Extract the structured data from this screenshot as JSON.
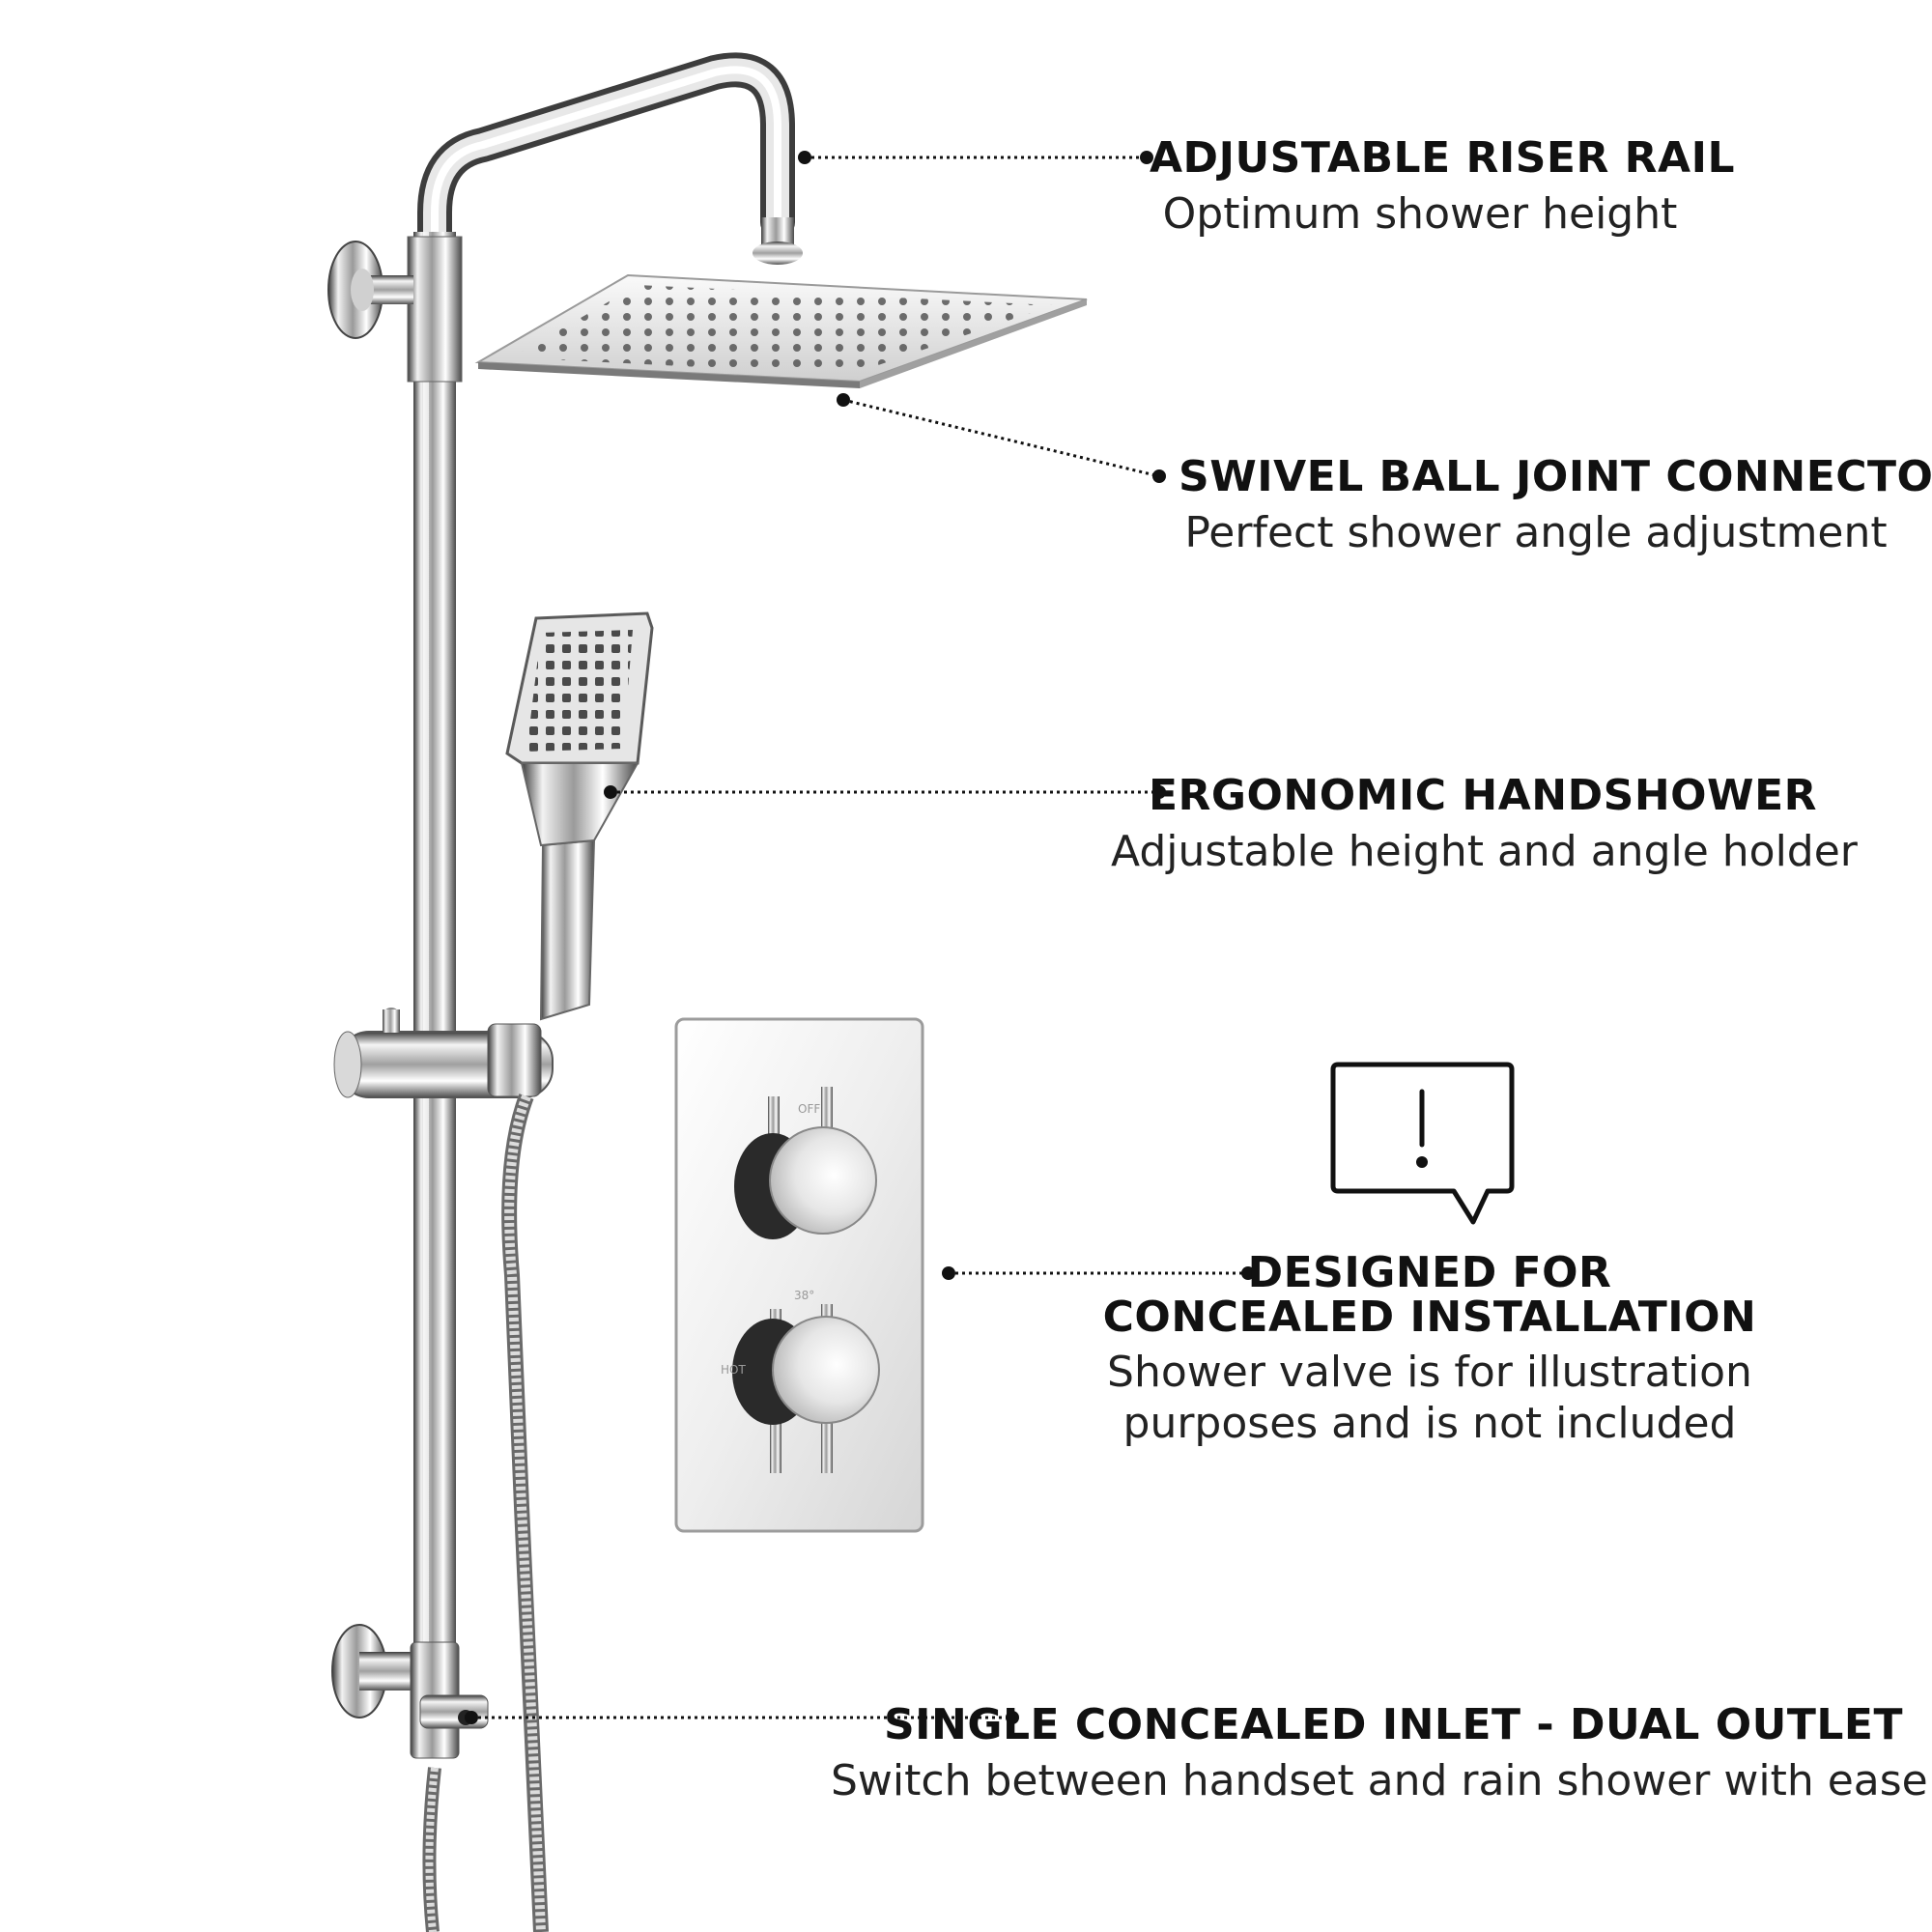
{
  "callouts": {
    "riser_rail": {
      "title": "ADJUSTABLE RISER RAIL",
      "desc": "Optimum shower height"
    },
    "swivel_joint": {
      "title": "SWIVEL BALL JOINT CONNECTOR",
      "desc": "Perfect shower angle adjustment"
    },
    "handshower": {
      "title": "ERGONOMIC HANDSHOWER",
      "desc": "Adjustable height and angle holder"
    },
    "concealed": {
      "title_line1": "DESIGNED FOR",
      "title_line2": "CONCEALED INSTALLATION",
      "desc_line1": "Shower valve is for illustration",
      "desc_line2": "purposes and is not included"
    },
    "inlet": {
      "title": "SINGLE CONCEALED INLET - DUAL OUTLET",
      "desc": "Switch between handset and rain shower with ease"
    }
  },
  "valve_markings": {
    "top_knob": "OFF",
    "bottom_knob": "38°",
    "bottom_left": "HOT"
  },
  "icons": {
    "notice": "exclamation-speech-bubble-icon"
  },
  "colors": {
    "chrome_light": "#f4f4f4",
    "chrome_mid": "#bdbdbd",
    "chrome_dark": "#2a2a2a",
    "leader_line": "#111111",
    "text": "#111111"
  }
}
